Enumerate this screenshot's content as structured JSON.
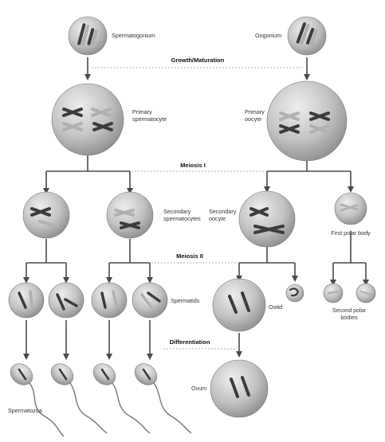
{
  "labels": {
    "spermatogonium": "Spermatogonium",
    "oogonium": "Oogonium",
    "primary_spermatocyte_1": "Primary",
    "primary_spermatocyte_2": "spermatocyte",
    "primary_oocyte_1": "Primary",
    "primary_oocyte_2": "oocyte",
    "secondary_spermatocytes_1": "Secondary",
    "secondary_spermatocytes_2": "spermatocytes",
    "secondary_oocyte_1": "Secondary",
    "secondary_oocyte_2": "oocyte",
    "first_polar_body": "First polar body",
    "spermatids": "Spermatids",
    "ootid": "Ootid",
    "second_polar_bodies_1": "Second polar",
    "second_polar_bodies_2": "bodies",
    "ovum": "Ovum",
    "spermatozoa": "Spermatozoa"
  },
  "stages": {
    "growth": "Growth/Maturation",
    "meiosis1": "Meiosis I",
    "meiosis2": "Meiosis II",
    "differentiation": "Differentiation"
  },
  "colors": {
    "cell_light": "#ededed",
    "cell_mid": "#c4c4c4",
    "cell_dark": "#8a8a8a",
    "chromosome_dark": "#3c3c3c",
    "chromosome_light": "#b0b0b0",
    "line": "#4a4a4a"
  }
}
